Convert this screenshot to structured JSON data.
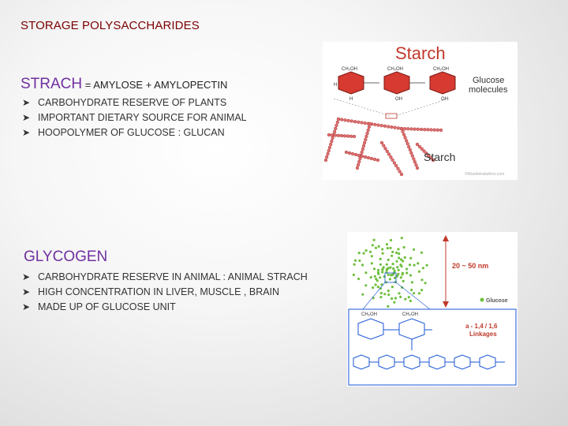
{
  "slide_title": "STORAGE POLYSACCHARIDES",
  "starch_section": {
    "heading_main": "STRACH",
    "heading_rest": " = AMYLOSE + AMYLOPECTIN",
    "bullets": [
      "CARBOHYDRATE RESERVE OF PLANTS",
      "IMPORTANT DIETARY SOURCE FOR ANIMAL",
      "HOOPOLYMER OF GLUCOSE : GLUCAN"
    ]
  },
  "glycogen_section": {
    "heading": "GLYCOGEN",
    "bullets": [
      "CARBOHYDRATE RESERVE IN ANIMAL : ANIMAL STRACH",
      "HIGH CONCENTRATION IN LIVER, MUSCLE , BRAIN",
      "MADE UP OF GLUCOSE UNIT"
    ]
  },
  "bullet_icon": "arrowhead-bullet-icon",
  "starch_figure": {
    "title": "Starch",
    "label_molecules_1": "Glucose",
    "label_molecules_2": "molecules",
    "label_bottom": "Starch",
    "ring_group_label": "CH₂OH",
    "credit": "©Mundotrabalhos.com"
  },
  "glycogen_figure": {
    "size_label": "20 ~ 50 nm",
    "legend_label": "Glucose",
    "linkage_label_1": "a - 1,4 / 1,6",
    "linkage_label_2": "Linkages",
    "ring_group_label": "CH₂OH"
  },
  "colors": {
    "title": "#7a0000",
    "heading_accent": "#7030a0",
    "starch_ring": "#d63a30",
    "glycogen_dot": "#6fbf3f",
    "glycogen_label": "#c0392b",
    "structure_blue": "#1a56d6"
  }
}
